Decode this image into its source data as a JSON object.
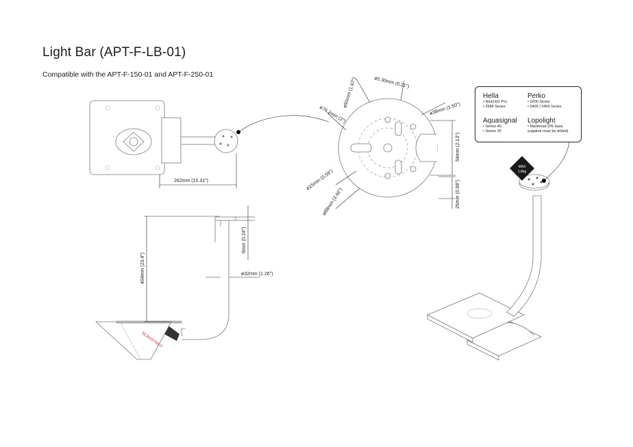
{
  "title": "Light Bar  (APT-F-LB-01)",
  "subtitle": "Compatible with the APT-F-150-01 and APT-F-250-01",
  "dimensions": {
    "arm_length": "262mm (10.31\")",
    "height": "404mm (23.4\")",
    "plate": "6mm (0.24\")",
    "tube": "ø32mm (1.26\")",
    "d50": "ø50mm (1.97\")",
    "d530": "ø5.30mm (0.21\")",
    "d762": "ø76.2mm (3\")",
    "d38": "ø38mm (1.50\")",
    "h54": "54mm (2.13\")",
    "d15": "ø15mm (0.59\")",
    "d88": "ø88mm (3.46\")",
    "h25": "25mm (0.98\")"
  },
  "brands": [
    {
      "name": "Hella",
      "items": [
        "• NaviLED Pro",
        "• 2984 Series"
      ]
    },
    {
      "name": "Perko",
      "items": [
        "• 0200 Series",
        "• 0455 / 0456 Series"
      ]
    },
    {
      "name": "Aquasignal",
      "items": [
        "• Series 40",
        "• Series 25"
      ]
    },
    {
      "name": "Lopolight",
      "items": [
        "• Masthead (PE base",
        "supplied must be drilled)"
      ]
    }
  ],
  "weight_badge": {
    "line1": "MAX",
    "line2": "1.8kg"
  },
  "logo_text": "SCANSTRUT"
}
